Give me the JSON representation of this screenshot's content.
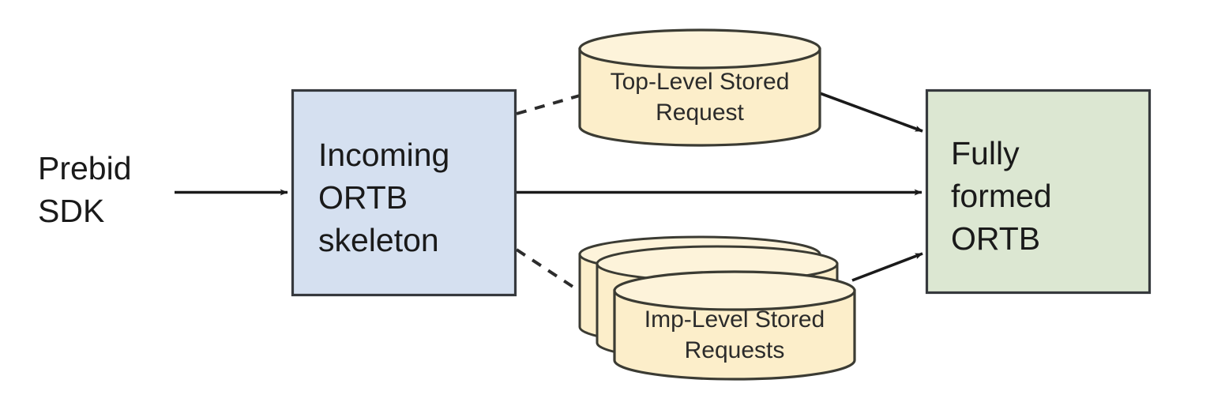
{
  "diagram": {
    "title": "Prebid Server stored request merge flow",
    "type": "flow-diagram",
    "background_color": "#ffffff",
    "nodes": [
      {
        "id": "prebid-sdk",
        "kind": "text",
        "label_lines": [
          "Prebid",
          "SDK"
        ],
        "text_color": "#1a1a1a"
      },
      {
        "id": "incoming-ortb-skeleton",
        "kind": "rectangle",
        "label_lines": [
          "Incoming",
          "ORTB",
          "skeleton"
        ],
        "fill_color": "#d5e0f0",
        "stroke_color": "#36393d",
        "text_color": "#1a1a1a"
      },
      {
        "id": "top-level-stored-request",
        "kind": "cylinder",
        "label_lines": [
          "Top-Level Stored",
          "Request"
        ],
        "fill_color": "#fceeca",
        "stroke_color": "#3b3b33",
        "text_color": "#2b2b2b"
      },
      {
        "id": "imp-level-stored-requests",
        "kind": "cylinder-stack",
        "stack_count": 3,
        "label_lines": [
          "Imp-Level Stored",
          "Requests"
        ],
        "fill_color": "#fceeca",
        "stroke_color": "#3b3b33",
        "text_color": "#2b2b2b"
      },
      {
        "id": "fully-formed-ortb",
        "kind": "rectangle",
        "label_lines": [
          "Fully",
          "formed",
          "ORTB"
        ],
        "fill_color": "#dce7d2",
        "stroke_color": "#36393d",
        "text_color": "#1a1a1a"
      }
    ],
    "edges": [
      {
        "id": "sdk-to-skeleton",
        "from": "prebid-sdk",
        "to": "incoming-ortb-skeleton",
        "style": "solid",
        "arrowhead": "end",
        "label": ""
      },
      {
        "id": "skeleton-to-top-level",
        "from": "incoming-ortb-skeleton",
        "to": "top-level-stored-request",
        "style": "dashed",
        "arrowhead": "none",
        "label": ""
      },
      {
        "id": "skeleton-to-imp-level",
        "from": "incoming-ortb-skeleton",
        "to": "imp-level-stored-requests",
        "style": "dashed",
        "arrowhead": "none",
        "label": ""
      },
      {
        "id": "skeleton-to-ortb",
        "from": "incoming-ortb-skeleton",
        "to": "fully-formed-ortb",
        "style": "solid",
        "arrowhead": "end",
        "label": ""
      },
      {
        "id": "top-level-to-ortb",
        "from": "top-level-stored-request",
        "to": "fully-formed-ortb",
        "style": "solid",
        "arrowhead": "end",
        "label": ""
      },
      {
        "id": "imp-level-to-ortb",
        "from": "imp-level-stored-requests",
        "to": "fully-formed-ortb",
        "style": "solid",
        "arrowhead": "end",
        "label": ""
      }
    ]
  },
  "text": {
    "prebid_sdk_line1": "Prebid",
    "prebid_sdk_line2": "SDK",
    "skeleton_line1": "Incoming",
    "skeleton_line2": "ORTB",
    "skeleton_line3": "skeleton",
    "top_level_line1": "Top-Level Stored",
    "top_level_line2": "Request",
    "imp_level_line1": "Imp-Level Stored",
    "imp_level_line2": "Requests",
    "ortb_line1": "Fully",
    "ortb_line2": "formed",
    "ortb_line3": "ORTB"
  }
}
